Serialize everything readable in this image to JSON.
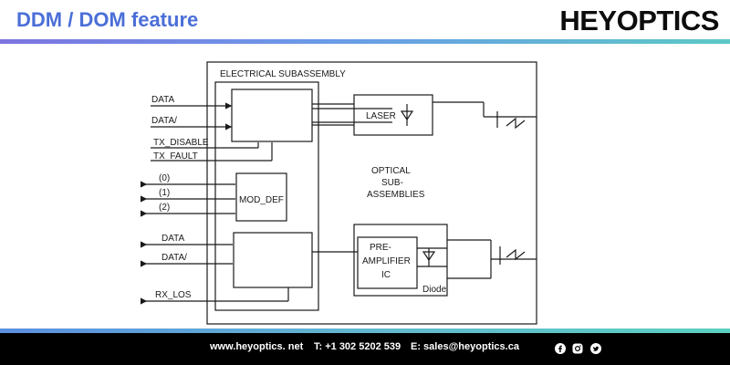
{
  "header": {
    "title": "DDM / DOM feature",
    "brand": "HEYOPTICS"
  },
  "diagram": {
    "subassembly_label": "ELECTRICAL SUBASSEMBLY",
    "laser_label": "LASER",
    "optical_label": [
      "OPTICAL",
      "SUB-",
      "ASSEMBLIES"
    ],
    "mod_def_label": "MOD_DEF",
    "preamp_label": [
      "PRE-",
      "AMPLIFIER",
      "IC"
    ],
    "diode_label": "Diode",
    "tx_signals": [
      "DATA",
      "DATA/",
      "TX_DISABLE",
      "TX_FAULT"
    ],
    "mod_def_signals": [
      "(0)",
      "(1)",
      "(2)"
    ],
    "rx_signals": [
      "DATA",
      "DATA/",
      "RX_LOS"
    ]
  },
  "footer": {
    "website": "www.heyoptics. net",
    "phone": "T: +1 302 5202 539",
    "email": "E: sales@heyoptics.ca"
  },
  "icons": [
    "facebook-icon",
    "instagram-icon",
    "twitter-icon"
  ]
}
